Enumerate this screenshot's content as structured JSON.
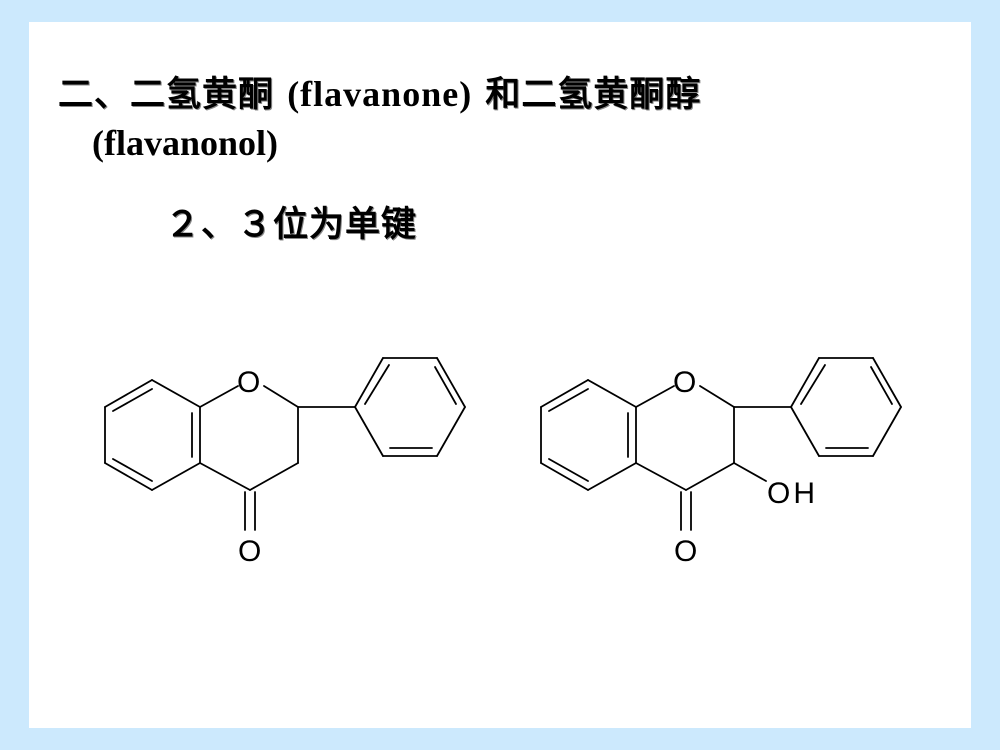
{
  "slide": {
    "title_line1_prefix": "二、二氢黄酮 ",
    "title_line1_latin": "(flavanone)",
    "title_line1_suffix": " 和二氢黄酮醇",
    "title_line2_latin": "(flavanonol)",
    "subtitle": "２、３位为单键"
  },
  "structures": [
    {
      "name": "flavanone",
      "labels": {
        "ring_oxygen": "O",
        "carbonyl_oxygen": "O"
      }
    },
    {
      "name": "flavanonol",
      "labels": {
        "ring_oxygen": "O",
        "carbonyl_oxygen": "O",
        "hydroxyl": "OH"
      }
    }
  ],
  "colors": {
    "background": "#cce9fd",
    "slide": "#ffffff",
    "text": "#000000"
  }
}
